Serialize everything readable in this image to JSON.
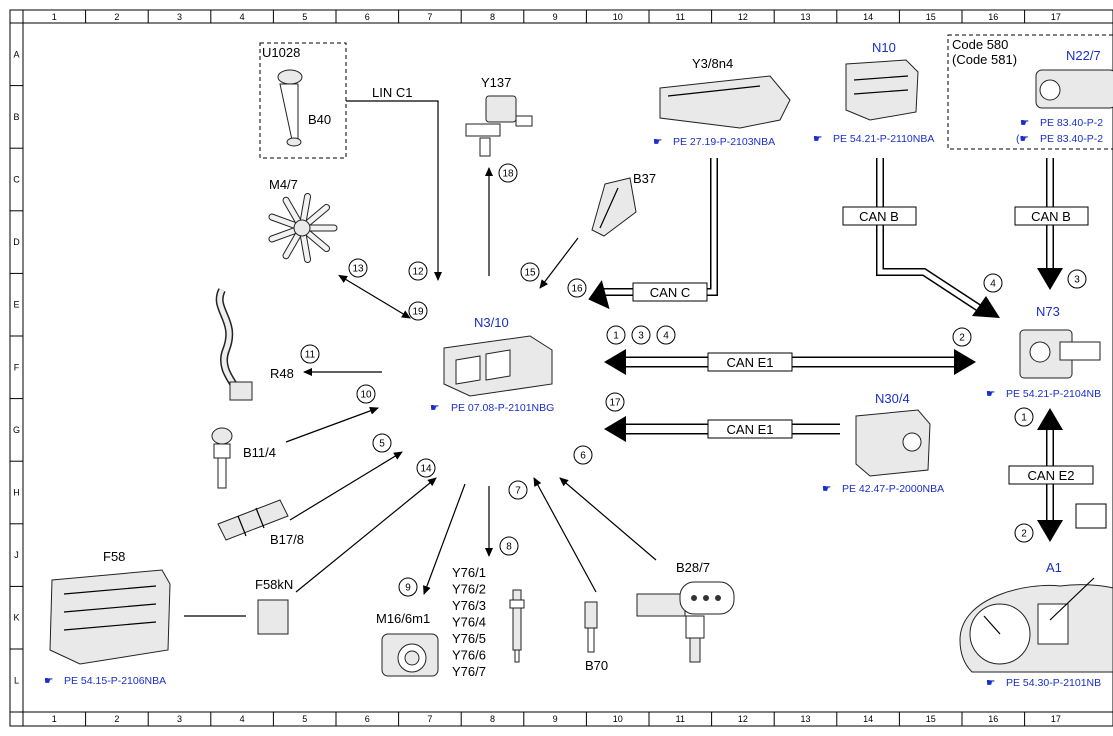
{
  "grid": {
    "columns": [
      "1",
      "2",
      "3",
      "4",
      "5",
      "6",
      "7",
      "8",
      "9",
      "10",
      "11",
      "12",
      "13",
      "14",
      "15",
      "16",
      "17"
    ],
    "rows": [
      "A",
      "B",
      "C",
      "D",
      "E",
      "F",
      "G",
      "H",
      "J",
      "K",
      "L"
    ]
  },
  "components": {
    "n3_10": {
      "label": "N3/10",
      "ref": "PE 07.08-P-2101NBG"
    },
    "u1028": {
      "label": "U1028"
    },
    "b40": {
      "label": "B40"
    },
    "y137": {
      "label": "Y137"
    },
    "y3_8n4": {
      "label": "Y3/8n4",
      "ref": "PE 27.19-P-2103NBA"
    },
    "n10": {
      "label": "N10",
      "ref": "PE 54.21-P-2110NBA"
    },
    "n22_7": {
      "label": "N22/7",
      "code1": "Code 580",
      "code2": "(Code 581)",
      "ref1": "PE 83.40-P-2",
      "ref2": "PE 83.40-P-2"
    },
    "m4_7": {
      "label": "M4/7"
    },
    "b37": {
      "label": "B37"
    },
    "r48": {
      "label": "R48"
    },
    "n73": {
      "label": "N73",
      "ref": "PE 54.21-P-2104NB"
    },
    "b11_4": {
      "label": "B11/4"
    },
    "b17_8": {
      "label": "B17/8"
    },
    "n30_4": {
      "label": "N30/4",
      "ref": "PE 42.47-P-2000NBA"
    },
    "f58": {
      "label": "F58",
      "ref": "PE 54.15-P-2106NBA"
    },
    "f58kn": {
      "label": "F58kN"
    },
    "m16_6m1": {
      "label": "M16/6m1"
    },
    "y76": {
      "labels": [
        "Y76/1",
        "Y76/2",
        "Y76/3",
        "Y76/4",
        "Y76/5",
        "Y76/6",
        "Y76/7"
      ]
    },
    "b70": {
      "label": "B70"
    },
    "b28_7": {
      "label": "B28/7"
    },
    "a1": {
      "label": "A1",
      "ref": "PE 54.30-P-2101NB"
    }
  },
  "buses": {
    "lin_c1": "LIN C1",
    "can_c": "CAN C",
    "can_b1": "CAN B",
    "can_b2": "CAN B",
    "can_e1_top": "CAN E1",
    "can_e1_bottom": "CAN E1",
    "can_e2": "CAN E2"
  },
  "callouts": [
    "1",
    "2",
    "3",
    "4",
    "5",
    "6",
    "7",
    "8",
    "9",
    "10",
    "11",
    "12",
    "13",
    "14",
    "15",
    "16",
    "17",
    "18",
    "19"
  ]
}
